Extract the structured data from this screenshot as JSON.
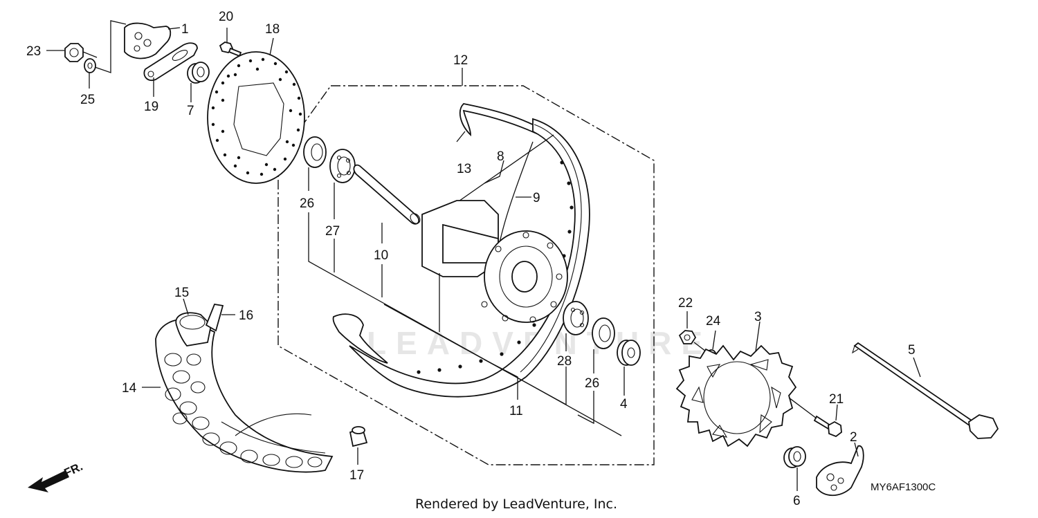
{
  "diagram": {
    "watermark": "LEADVENTURE",
    "callouts": {
      "p1": "1",
      "p2": "2",
      "p3": "3",
      "p4": "4",
      "p5": "5",
      "p6": "6",
      "p7": "7",
      "p8": "8",
      "p9": "9",
      "p10": "10",
      "p11": "11",
      "p12": "12",
      "p13": "13",
      "p14": "14",
      "p15": "15",
      "p16": "16",
      "p17": "17",
      "p18": "18",
      "p19": "19",
      "p20": "20",
      "p21": "21",
      "p22": "22",
      "p23": "23",
      "p24": "24",
      "p25": "25",
      "p26a": "26",
      "p26b": "26",
      "p27": "27",
      "p28": "28"
    },
    "direction_label": "FR.",
    "diagram_code": "MY6AF1300C",
    "footer": "Rendered by LeadVenture, Inc."
  }
}
